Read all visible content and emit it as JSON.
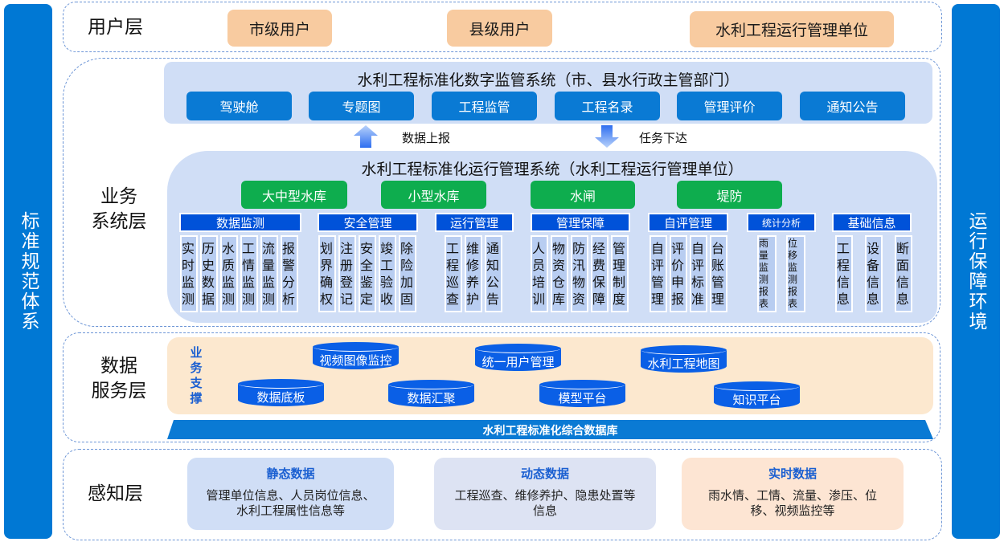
{
  "side_bars": {
    "left": "标准规范体系",
    "right": "运行保障环境"
  },
  "user_layer": {
    "label": "用户层",
    "users": [
      "市级用户",
      "县级用户",
      "水利工程运行管理单位"
    ]
  },
  "business_layer": {
    "label": "业务\n系统层",
    "label_lines": [
      "业务",
      "系统层"
    ],
    "supervision_system": {
      "title": "水利工程标准化数字监管系统（市、县水行政主管部门）",
      "buttons": [
        "驾驶舱",
        "专题图",
        "工程监管",
        "工程名录",
        "管理评价",
        "通知公告"
      ]
    },
    "flows": {
      "up": "数据上报",
      "down": "任务下达"
    },
    "operation_system": {
      "title": "水利工程标准化运行管理系统（水利工程运行管理单位）",
      "project_types": [
        "大中型水库",
        "小型水库",
        "水闸",
        "堤防"
      ],
      "modules": [
        {
          "name": "数据监测",
          "items": [
            "实时监测",
            "历史数据",
            "水质监测",
            "工情监测",
            "流量监测",
            "报警分析"
          ]
        },
        {
          "name": "安全管理",
          "items": [
            "划界确权",
            "注册登记",
            "安全鉴定",
            "竣工验收",
            "除险加固"
          ]
        },
        {
          "name": "运行管理",
          "items": [
            "工程巡查",
            "维修养护",
            "通知公告"
          ]
        },
        {
          "name": "管理保障",
          "items": [
            "人员培训",
            "物资仓库",
            "防汛物资",
            "经费保障",
            "管理制度"
          ]
        },
        {
          "name": "自评管理",
          "items": [
            "自评管理",
            "评价申报",
            "自评标准",
            "台账管理"
          ]
        },
        {
          "name": "统计分析",
          "items": [
            "雨量监测报表",
            "位移监测报表"
          ]
        },
        {
          "name": "基础信息",
          "items": [
            "工程信息",
            "设备信息",
            "断面信息"
          ]
        }
      ]
    }
  },
  "data_layer": {
    "label_lines": [
      "数据",
      "服务层"
    ],
    "support_label": "业务支撑",
    "services": [
      "视频图像监控",
      "统一用户管理",
      "水利工程地图",
      "数据底板",
      "数据汇聚",
      "模型平台",
      "知识平台"
    ],
    "database": "水利工程标准化综合数据库"
  },
  "perception_layer": {
    "label": "感知层",
    "boxes": [
      {
        "title": "静态数据",
        "desc": "管理单位信息、人员岗位信息、水利工程属性信息等"
      },
      {
        "title": "动态数据",
        "desc": "工程巡查、维修养护、隐患处置等信息"
      },
      {
        "title": "实时数据",
        "desc": "雨水情、工情、流量、渗压、位移、视频监控等"
      }
    ]
  },
  "colors": {
    "side_bar": "#0078d4",
    "user_box": "#f8cba0",
    "panel": "#d0def6",
    "blue_button": "#0a7ad4",
    "green_button": "#0ead4e",
    "module_head": "#0052d9",
    "support_bg": "#fce8cf",
    "cylinder": "#0a5fe6",
    "static_box": "#d0def6",
    "dynamic_box": "#dde3f3",
    "realtime_box": "#fde5d3"
  }
}
